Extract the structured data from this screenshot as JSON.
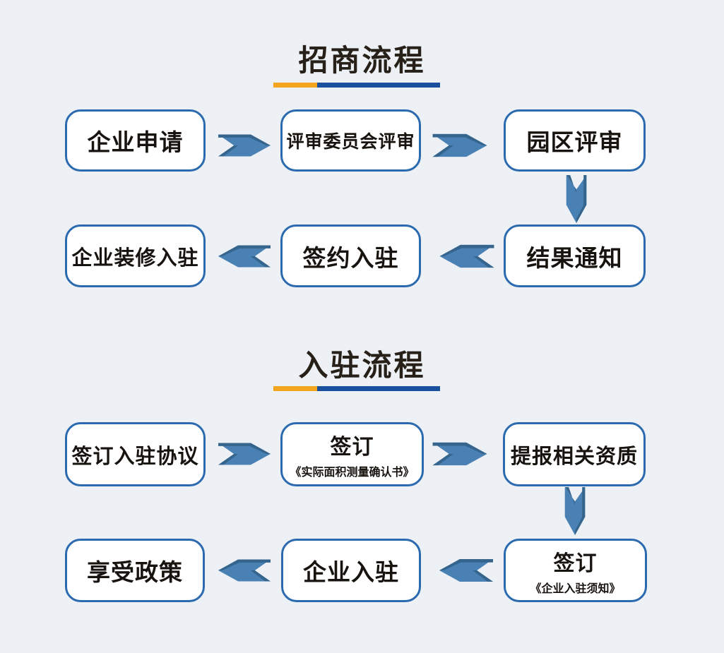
{
  "page": {
    "background": "#edf0f5"
  },
  "colors": {
    "box_border": "#2b6aae",
    "box_fill": "#ffffff",
    "text": "#17130f",
    "title_text": "#272019",
    "underline_orange": "#f3a51d",
    "underline_blue": "#1a4f9d",
    "arrow_main": "#4a81b5",
    "arrow_shade": "#35648c"
  },
  "icons": {
    "arrow_right": "chevron-right",
    "arrow_left": "chevron-left",
    "arrow_down": "chevron-down"
  },
  "sections": [
    {
      "title": "招商流程",
      "rows": [
        {
          "direction": "right",
          "boxes": [
            {
              "label": "企业申请"
            },
            {
              "label": "评审委员会评审"
            },
            {
              "label": "园区评审"
            }
          ]
        },
        {
          "direction": "left",
          "boxes": [
            {
              "label": "企业装修入驻"
            },
            {
              "label": "签约入驻"
            },
            {
              "label": "结果通知"
            }
          ]
        }
      ]
    },
    {
      "title": "入驻流程",
      "rows": [
        {
          "direction": "right",
          "boxes": [
            {
              "label": "签订入驻协议"
            },
            {
              "label": "签订",
              "sub": "《实际面积测量确认书》"
            },
            {
              "label": "提报相关资质"
            }
          ]
        },
        {
          "direction": "left",
          "boxes": [
            {
              "label": "享受政策"
            },
            {
              "label": "企业入驻"
            },
            {
              "label": "签订",
              "sub": "《企业入驻须知》"
            }
          ]
        }
      ]
    }
  ]
}
